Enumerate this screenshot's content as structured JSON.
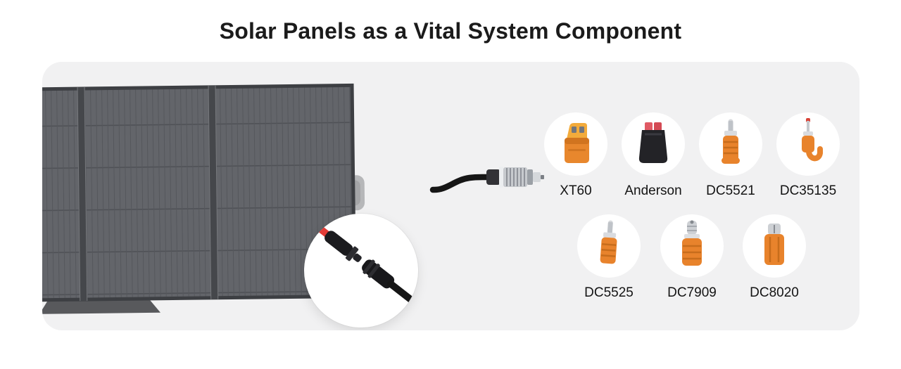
{
  "title": "Solar Panels as a Vital System Component",
  "connectors": {
    "row1": [
      {
        "label": "XT60",
        "icon": "xt60-connector-icon"
      },
      {
        "label": "Anderson",
        "icon": "anderson-connector-icon"
      },
      {
        "label": "DC5521",
        "icon": "dc5521-connector-icon"
      },
      {
        "label": "DC35135",
        "icon": "dc35135-connector-icon"
      }
    ],
    "row2": [
      {
        "label": "DC5525",
        "icon": "dc5525-connector-icon"
      },
      {
        "label": "DC7909",
        "icon": "dc7909-connector-icon"
      },
      {
        "label": "DC8020",
        "icon": "dc8020-connector-icon"
      }
    ]
  },
  "graphics": {
    "solar_panel": "foldable-solar-panel",
    "inset": "mc4-connectors-magnified",
    "output_plug": "dc-output-cable-plug"
  },
  "colors": {
    "card_background": "#f1f1f2",
    "accent_orange": "#e8832c",
    "cable_black": "#161616",
    "cable_red": "#e23b36",
    "panel_gray": "#63656a"
  }
}
